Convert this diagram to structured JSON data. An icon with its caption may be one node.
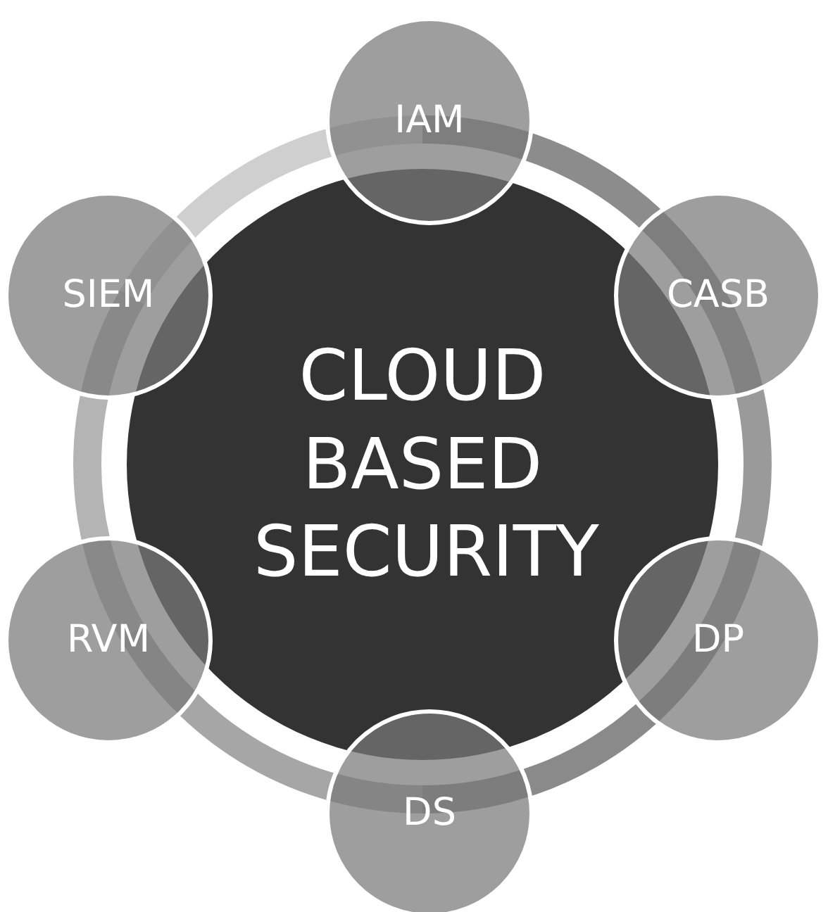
{
  "diagram": {
    "nodes": [
      {
        "text": [
          "CLOUD BASED SECURITY"
        ]
      },
      {
        "text": [
          "IAM"
        ]
      },
      {
        "text": [
          "CASB"
        ]
      },
      {
        "text": [
          "DP"
        ]
      },
      {
        "text": [
          "DS"
        ]
      },
      {
        "text": [
          "RVM"
        ]
      },
      {
        "text": [
          "SIEM"
        ]
      }
    ]
  }
}
